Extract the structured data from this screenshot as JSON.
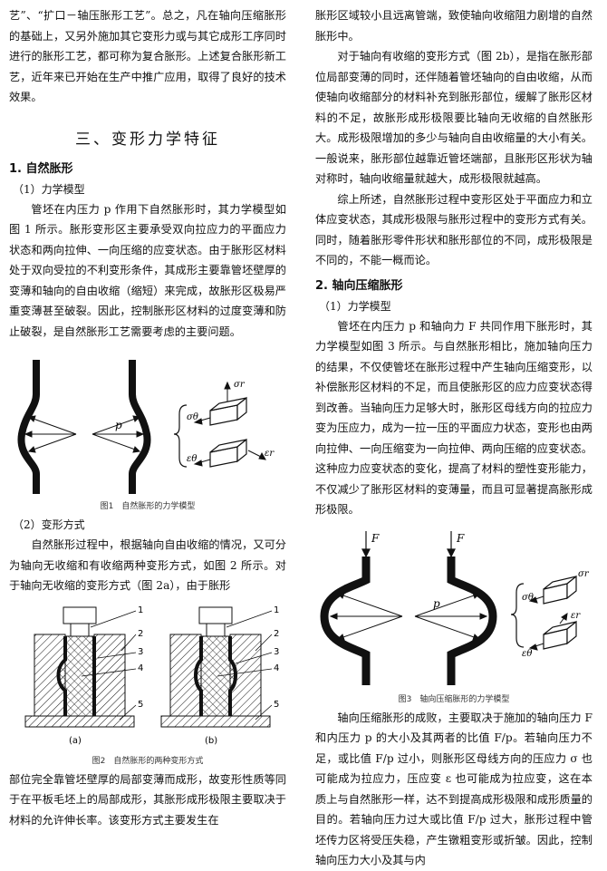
{
  "left": {
    "para_top": "艺”、“扩口－轴压胀形工艺”。总之，凡在轴向压缩胀形的基础上，又另外施加其它变形力或与其它成形工序同时进行的胀形工艺，都可称为复合胀形。上述复合胀形新工艺，近年来已开始在生产中推广应用，取得了良好的技术效果。",
    "section_title": "三、变形力学特征",
    "h_natural": "1. 自然胀形",
    "h_model": "（1）力学模型",
    "para_model": "管坯在内压力 p 作用下自然胀形时，其力学模型如图 1 所示。胀形变形区主要承受双向拉应力的平面应力状态和两向拉伸、一向压缩的应变状态。由于胀形区材料处于双向受拉的不利变形条件，其成形主要靠管坯壁厚的变薄和轴向的自由收缩（缩短）来完成，故胀形区极易严重变薄甚至破裂。因此，控制胀形区材料的过度变薄和防止破裂，是自然胀形工艺需要考虑的主要问题。",
    "fig1_caption": "图1　自然胀形的力学模型",
    "h_mode": "（2）变形方式",
    "para_mode": "自然胀形过程中，根据轴向自由收缩的情况，又可分为轴向无收缩和有收缩两种变形方式，如图 2 所示。对于轴向无收缩的变形方式（图 2a），由于胀形",
    "fig2_caption": "图2　自然胀形的两种变形方式",
    "para_bottom": "部位完全靠管坯壁厚的局部变薄而成形，故变形性质等同于在平板毛坯上的局部成形，其胀形成形极限主要取决于材料的允许伸长率。该变形方式主要发生在"
  },
  "right": {
    "para_top": "胀形区域较小且远离管端，致使轴向收缩阻力剧增的自然胀形中。",
    "para_2": "对于轴向有收缩的变形方式（图 2b），是指在胀形部位局部变薄的同时，还伴随着管坯轴向的自由收缩，从而使轴向收缩部分的材料补充到胀形部位，缓解了胀形区材料的不足，故胀形成形极限要比轴向无收缩的自然胀形大。成形极限增加的多少与轴向自由收缩量的大小有关。一般说来，胀形部位越靠近管坯端部，且胀形区形状为轴对称时，轴向收缩量就越大，成形极限就越高。",
    "para_3": "综上所述，自然胀形过程中变形区处于平面应力和立体应变状态，其成形极限与胀形过程中的变形方式有关。同时，随着胀形零件形状和胀形部位的不同，成形极限是不同的，不能一概而论。",
    "h_axial": "2. 轴向压缩胀形",
    "h_model": "（1）力学模型",
    "para_model": "管坯在内压力 p 和轴向力 F 共同作用下胀形时，其力学模型如图 3 所示。与自然胀形相比，施加轴向压力的结果，不仅使管坯在胀形过程中产生轴向压缩变形，以补偿胀形区材料的不足，而且使胀形区的应力应变状态得到改善。当轴向压力足够大时，胀形区母线方向的拉应力变为压应力，成为一拉一压的平面应力状态，变形也由两向拉伸、一向压缩变为一向拉伸、两向压缩的应变状态。这种应力应变状态的变化，提高了材料的塑性变形能力，不仅减少了胀形区材料的变薄量，而且可显著提高胀形成形极限。",
    "fig3_caption": "图3　轴向压缩胀形的力学模型",
    "para_bottom": "轴向压缩胀形的成败，主要取决于施加的轴向压力 F 和内压力 p 的大小及其两者的比值 F/p。若轴向压力不足，或比值 F/p 过小，则胀形区母线方向的压应力 σ 也可能成为拉应力，压应变 ε 也可能成为拉应变，这在本质上与自然胀形一样，达不到提高成形极限和成形质量的目的。若轴向压力过大或比值 F/p 过大，胀形过程中管坯传力区将受压失稳，产生镦粗变形或折皱。因此，控制轴向压力大小及其与内"
  },
  "figures": {
    "fig1": {
      "p": "p",
      "sigma_theta": "σθ",
      "sigma_r": "σr",
      "eps_theta": "εθ",
      "eps_r": "εr"
    },
    "fig2": {
      "a": "(a)",
      "b": "(b)",
      "n1": "1",
      "n2": "2",
      "n3": "3",
      "n4": "4",
      "n5": "5"
    },
    "fig3": {
      "F_left": "F",
      "F_right": "F",
      "p": "p",
      "sigma_theta": "σθ",
      "sigma_r": "σr",
      "eps_theta": "εθ",
      "eps_r": "εr"
    }
  }
}
